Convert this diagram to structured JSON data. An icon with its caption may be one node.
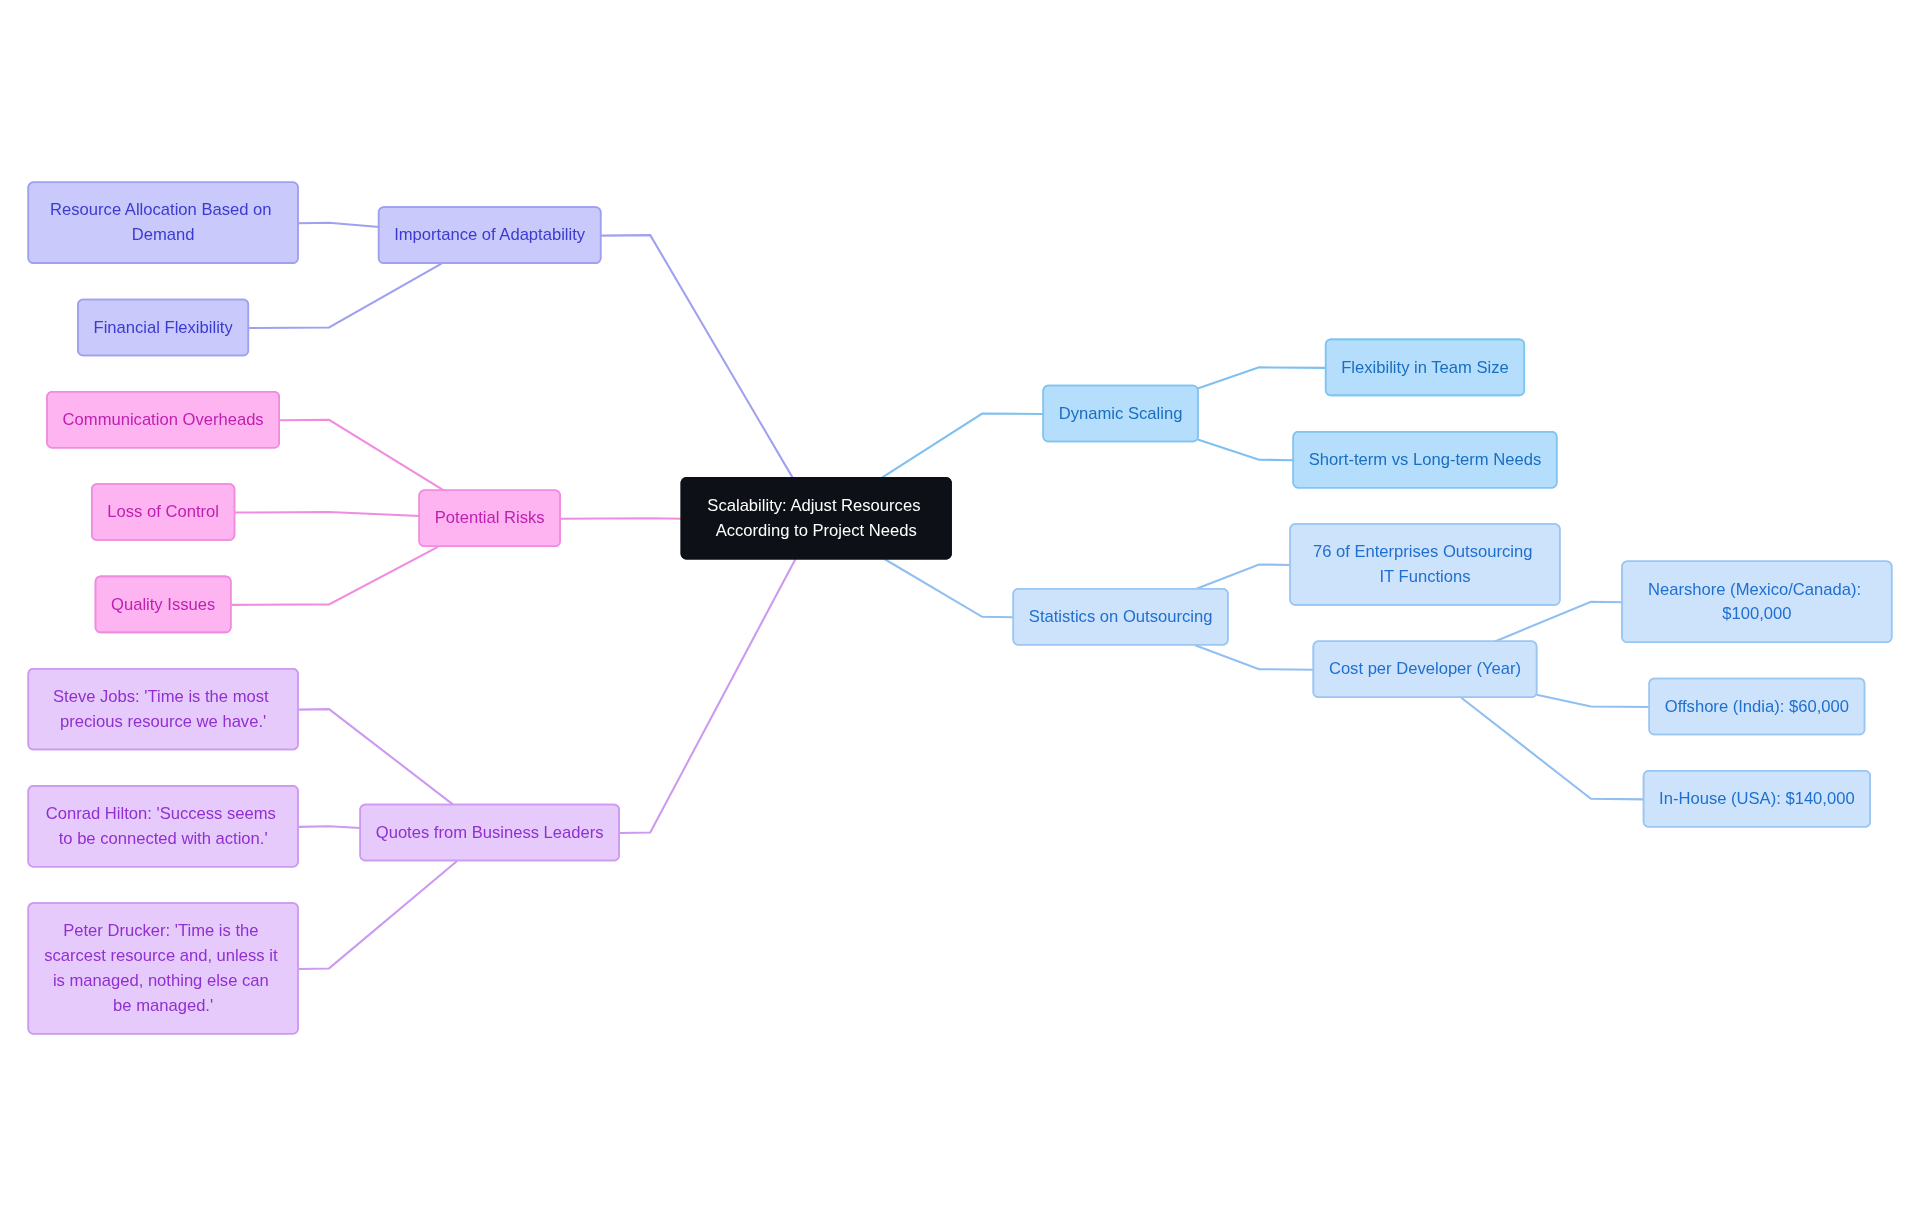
{
  "diagram": {
    "nodes": [
      {
        "text": [
          "Scalability: Adjust Resources According to Project Needs"
        ]
      },
      {
        "text": [
          "Importance of Adaptability"
        ]
      },
      {
        "text": [
          "Resource Allocation Based on Demand"
        ]
      },
      {
        "text": [
          "Financial Flexibility"
        ]
      },
      {
        "text": [
          "Dynamic Scaling"
        ]
      },
      {
        "text": [
          "Flexibility in Team Size"
        ]
      },
      {
        "text": [
          "Short-term vs Long-term Needs"
        ]
      },
      {
        "text": [
          "Statistics on Outsourcing"
        ]
      },
      {
        "text": [
          "Cost per Developer (Year)"
        ]
      },
      {
        "text": [
          "Nearshore (Mexico/Canada): $100,000"
        ]
      },
      {
        "text": [
          "Offshore (India): $60,000"
        ]
      },
      {
        "text": [
          "In-House (USA): $140,000"
        ]
      },
      {
        "text": [
          "76 of Enterprises Outsourcing IT Functions"
        ]
      },
      {
        "text": [
          "Potential Risks"
        ]
      },
      {
        "text": [
          "Communication Overheads"
        ]
      },
      {
        "text": [
          "Loss of Control"
        ]
      },
      {
        "text": [
          "Quality Issues"
        ]
      },
      {
        "text": [
          "Quotes from Business Leaders"
        ]
      },
      {
        "text": [
          "Steve Jobs: 'Time is the most precious resource we have.'"
        ]
      },
      {
        "text": [
          "Conrad Hilton: 'Success seems to be connected with action.'"
        ]
      },
      {
        "text": [
          "Peter Drucker: 'Time is the scarcest resource and, unless it is managed, nothing else can be managed.'"
        ]
      }
    ],
    "edges": [
      {
        "from": 1,
        "to": 0,
        "arrow": "none",
        "color": "#a0a0f0"
      },
      {
        "from": 2,
        "to": 1,
        "arrow": "none",
        "color": "#a0a0f0"
      },
      {
        "from": 3,
        "to": 1,
        "arrow": "none",
        "color": "#a0a0f0"
      },
      {
        "from": 0,
        "to": 4,
        "arrow": "none",
        "color": "#7ec0f0"
      },
      {
        "from": 4,
        "to": 5,
        "arrow": "none",
        "color": "#7ec0f0"
      },
      {
        "from": 4,
        "to": 6,
        "arrow": "none",
        "color": "#7ec0f0"
      },
      {
        "from": 0,
        "to": 7,
        "arrow": "none",
        "color": "#90bff0"
      },
      {
        "from": 7,
        "to": 12,
        "arrow": "none",
        "color": "#90bff0"
      },
      {
        "from": 7,
        "to": 8,
        "arrow": "none",
        "color": "#90bff0"
      },
      {
        "from": 8,
        "to": 9,
        "arrow": "none",
        "color": "#90bff0"
      },
      {
        "from": 8,
        "to": 10,
        "arrow": "none",
        "color": "#90bff0"
      },
      {
        "from": 8,
        "to": 11,
        "arrow": "none",
        "color": "#90bff0"
      },
      {
        "from": 13,
        "to": 0,
        "arrow": "none",
        "color": "#f08ce0"
      },
      {
        "from": 14,
        "to": 13,
        "arrow": "none",
        "color": "#f08ce0"
      },
      {
        "from": 15,
        "to": 13,
        "arrow": "none",
        "color": "#f08ce0"
      },
      {
        "from": 16,
        "to": 13,
        "arrow": "none",
        "color": "#f08ce0"
      },
      {
        "from": 17,
        "to": 0,
        "arrow": "none",
        "color": "#cc9af0"
      },
      {
        "from": 18,
        "to": 17,
        "arrow": "none",
        "color": "#cc9af0"
      },
      {
        "from": 19,
        "to": 17,
        "arrow": "none",
        "color": "#cc9af0"
      },
      {
        "from": 20,
        "to": 17,
        "arrow": "none",
        "color": "#cc9af0"
      }
    ]
  }
}
